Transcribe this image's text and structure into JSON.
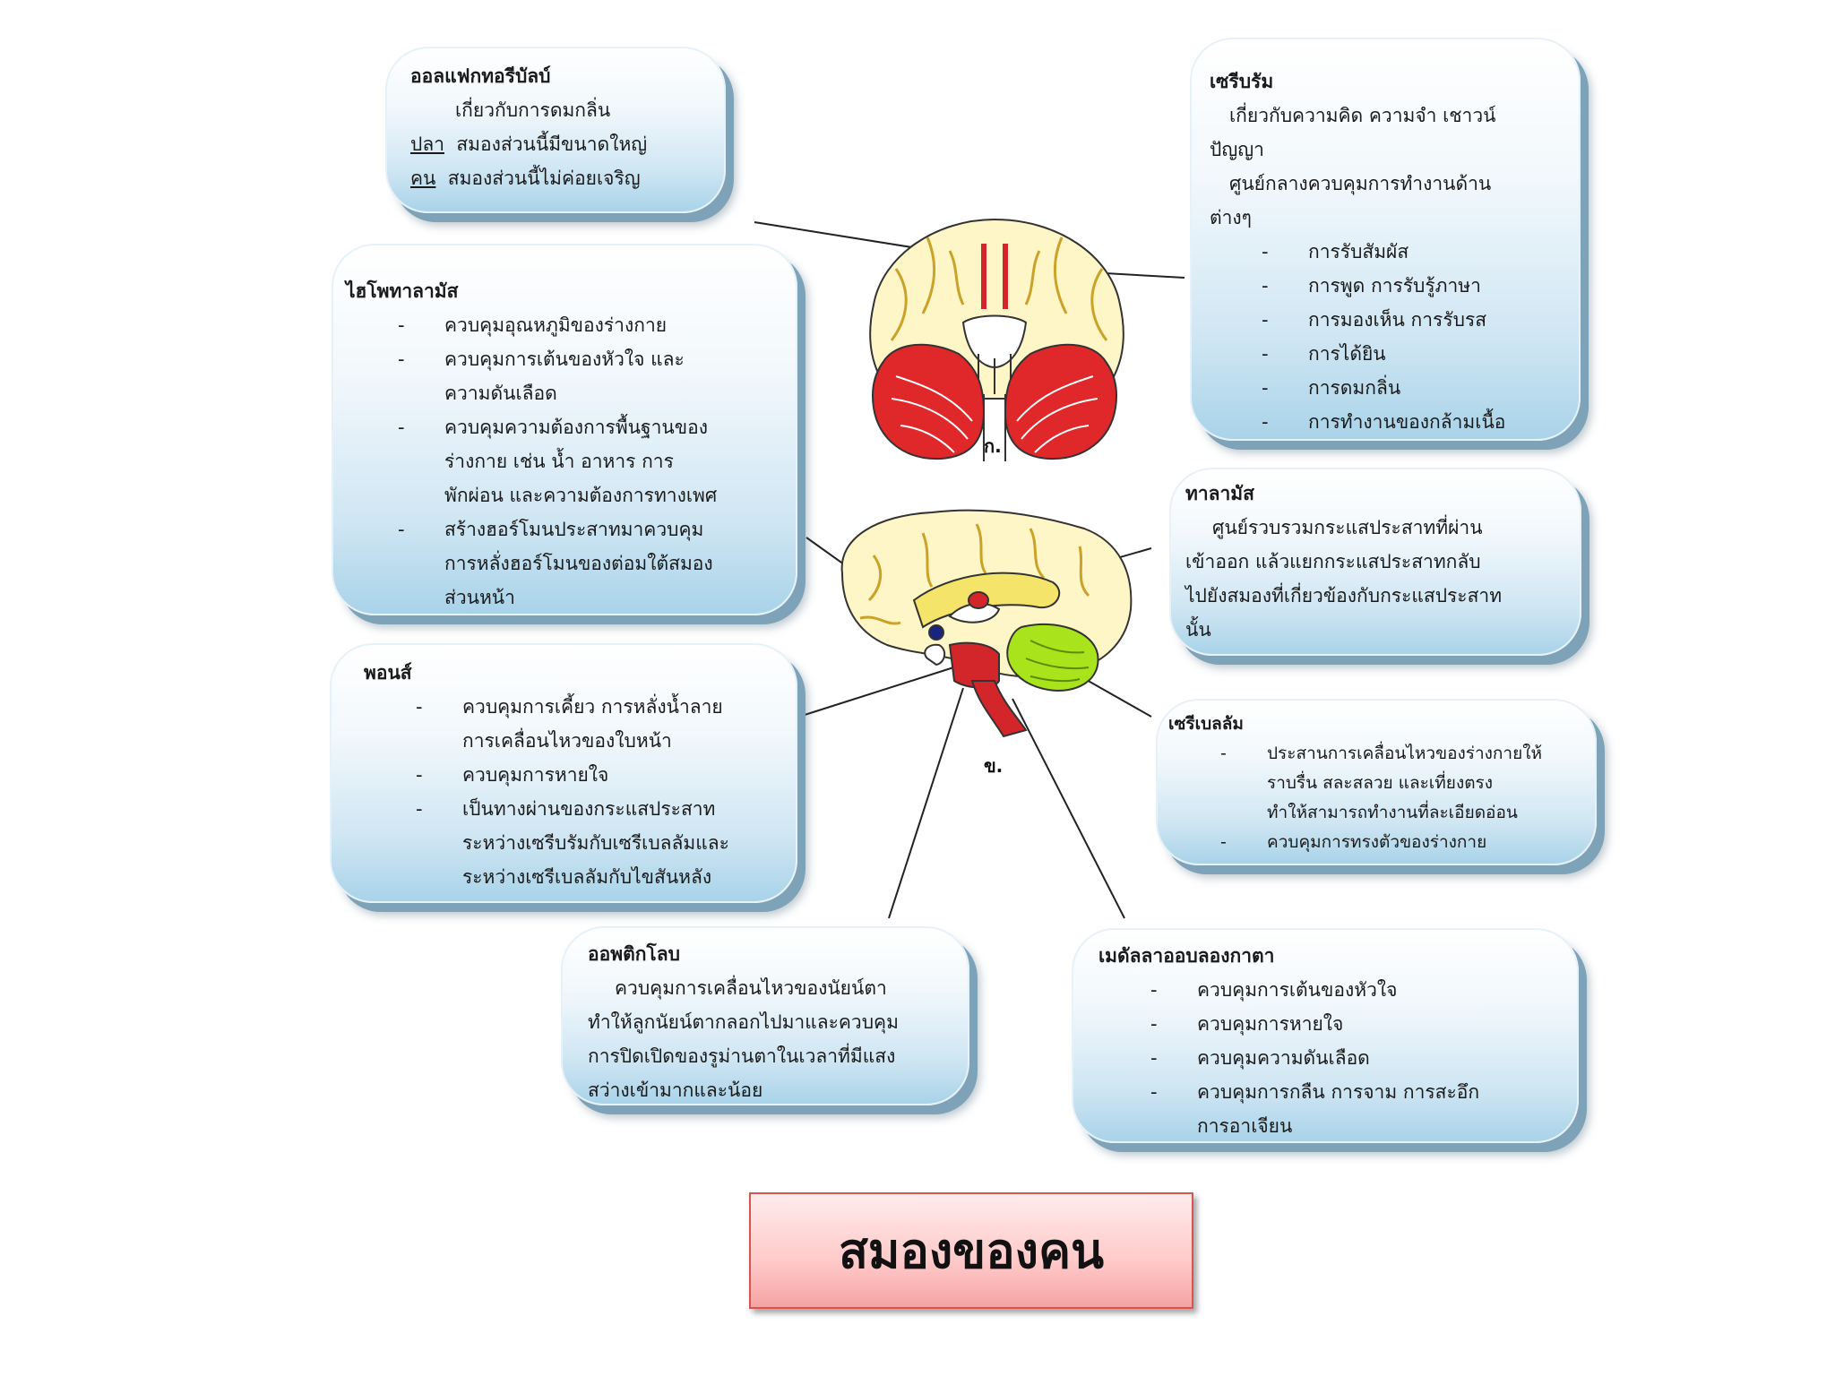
{
  "olfactory": {
    "title": "ออลแฟกทอรีบัลบ์",
    "line1": "เกี่ยวกับการดมกลิ่น",
    "fish_label": "ปลา",
    "fish_text": "สมองส่วนนี้มีขนาดใหญ่",
    "human_label": "คน",
    "human_text": "สมองส่วนนี้ไม่ค่อยเจริญ"
  },
  "cerebrum": {
    "title": "เซรีบรัม",
    "line1": "เกี่ยวกับความคิด ความจำ เชาวน์",
    "line2": "ปัญญา",
    "line3": "ศูนย์กลางควบคุมการทำงานด้าน",
    "line4": "ต่างๆ",
    "items": [
      "การรับสัมผัส",
      "การพูด การรับรู้ภาษา",
      "การมองเห็น การรับรส",
      "การได้ยิน",
      "การดมกลิ่น",
      "การทำงานของกล้ามเนื้อ"
    ]
  },
  "hypothalamus": {
    "title": "ไฮโพทาลามัส",
    "items": [
      [
        "ควบคุมอุณหภูมิของร่างกาย"
      ],
      [
        "ควบคุมการเต้นของหัวใจ และ",
        "ความดันเลือด"
      ],
      [
        "ควบคุมความต้องการพื้นฐานของ",
        "ร่างกาย เช่น น้ำ อาหาร การ",
        "พักผ่อน และความต้องการทางเพศ"
      ],
      [
        "สร้างฮอร์โมนประสาทมาควบคุม",
        "การหลั่งฮอร์โมนของต่อมใต้สมอง",
        "ส่วนหน้า"
      ]
    ]
  },
  "thalamus": {
    "title": "ทาลามัส",
    "lines": [
      "ศูนย์รวบรวมกระแสประสาทที่ผ่าน",
      "เข้าออก แล้วแยกกระแสประสาทกลับ",
      "ไปยังสมองที่เกี่ยวข้องกับกระแสประสาท",
      "นั้น"
    ]
  },
  "pons": {
    "title": "พอนส์",
    "items": [
      [
        "ควบคุมการเคี้ยว การหลั่งน้ำลาย",
        "การเคลื่อนไหวของใบหน้า"
      ],
      [
        "ควบคุมการหายใจ"
      ],
      [
        "เป็นทางผ่านของกระแสประสาท",
        "ระหว่างเซรีบรัมกับเซรีเบลลัมและ",
        "ระหว่างเซรีเบลลัมกับไขสันหลัง"
      ]
    ]
  },
  "cerebellum": {
    "title": "เซรีเบลลัม",
    "items": [
      [
        "ประสานการเคลื่อนไหวของร่างกายให้",
        "ราบรื่น สละสลวย และเที่ยงตรง",
        "ทำให้สามารถทำงานที่ละเอียดอ่อน"
      ],
      [
        "ควบคุมการทรงตัวของร่างกาย"
      ]
    ]
  },
  "optic_lobe": {
    "title": "ออพติกโลบ",
    "lines": [
      "ควบคุมการเคลื่อนไหวของนัยน์ตา",
      "ทำให้ลูกนัยน์ตากลอกไปมาและควบคุม",
      "การปิดเปิดของรูม่านตาในเวลาที่มีแสง",
      "สว่างเข้ามากและน้อย"
    ]
  },
  "medulla": {
    "title": "เมดัลลาออบลองกาตา",
    "items": [
      [
        "ควบคุมการเต้นของหัวใจ"
      ],
      [
        "ควบคุมการหายใจ"
      ],
      [
        "ควบคุมความดันเลือด"
      ],
      [
        "ควบคุมการกลืน การจาม การสะอึก",
        "การอาเจียน"
      ]
    ]
  },
  "diagram_labels": {
    "a": "ก.",
    "b": "ข."
  },
  "caption": "สมองของคน",
  "colors": {
    "box_top": "#ffffff",
    "box_bottom": "#a9d3e9",
    "brain_cortex": "#fff6c8",
    "brain_outline": "#333333",
    "cerebellum_red": "#e0282a",
    "cerebellum_green": "#a8e31c",
    "brainstem_red": "#d3262a",
    "caption_fill": "#ffc9c9",
    "caption_border": "#d9534f"
  }
}
